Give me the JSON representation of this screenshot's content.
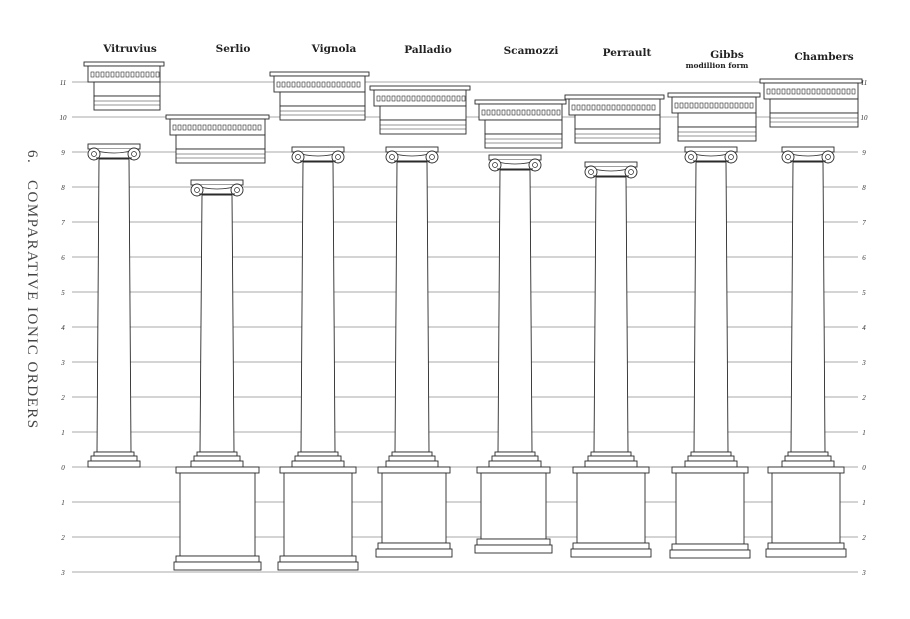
{
  "side_title": {
    "number": "6.",
    "text": "COMPARATIVE IONIC ORDERS"
  },
  "scale": {
    "left_ticks": [
      "11",
      "10",
      "9",
      "8",
      "7",
      "6",
      "5",
      "4",
      "3",
      "2",
      "1",
      "0",
      "1",
      "2",
      "3"
    ],
    "right_ticks": [
      "11",
      "10",
      "9",
      "8",
      "7",
      "6",
      "5",
      "4",
      "3",
      "2",
      "1",
      "0",
      "1",
      "2",
      "3"
    ]
  },
  "orders": [
    {
      "name": "Vitruvius",
      "subtitle": ""
    },
    {
      "name": "Serlio",
      "subtitle": ""
    },
    {
      "name": "Vignola",
      "subtitle": ""
    },
    {
      "name": "Palladio",
      "subtitle": ""
    },
    {
      "name": "Scamozzi",
      "subtitle": ""
    },
    {
      "name": "Perrault",
      "subtitle": ""
    },
    {
      "name": "Gibbs",
      "subtitle": "modillion form"
    },
    {
      "name": "Chambers",
      "subtitle": ""
    }
  ],
  "colors": {
    "ink": "#2a2a2a",
    "guide": "#555555",
    "paper": "#ffffff"
  }
}
